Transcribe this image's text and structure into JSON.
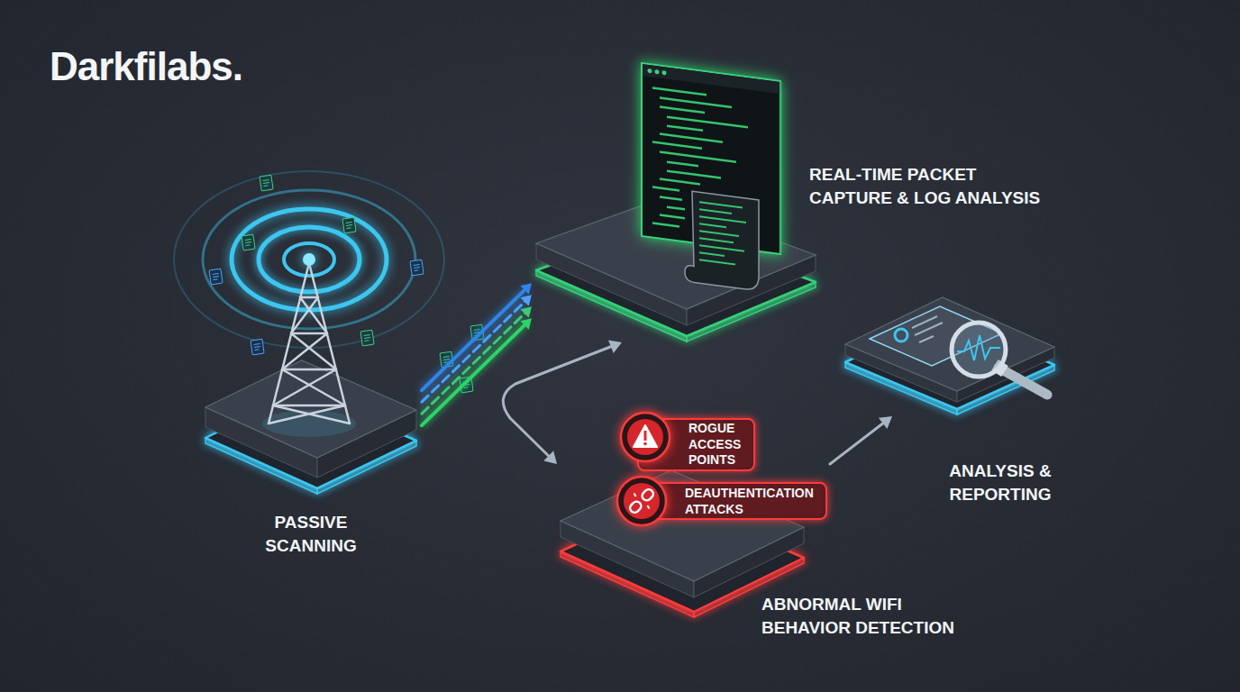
{
  "diagram": {
    "nodes": [
      {
        "text": [
          "PASSIVE SCANNING"
        ]
      },
      {
        "text": [
          "REAL-TIME PACKET CAPTURE & LOG ANALYSIS"
        ]
      },
      {
        "text": [
          "ABNORMAL WIFI BEHAVIOR DETECTION"
        ]
      },
      {
        "text": [
          "ROGUE ACCESS POINTS"
        ],
        "in": 2
      },
      {
        "text": [
          "DEAUTHENTICATION ATTACKS"
        ],
        "in": 2
      },
      {
        "text": [
          "ANALYSIS & REPORTING"
        ]
      }
    ],
    "edges": [
      {
        "from": 0,
        "to": 1,
        "arrow": "to"
      },
      {
        "from": 1,
        "to": 2,
        "arrow": "both"
      },
      {
        "from": 2,
        "to": 5,
        "arrow": "to"
      }
    ],
    "labels": [
      "Darkfilabs."
    ]
  }
}
